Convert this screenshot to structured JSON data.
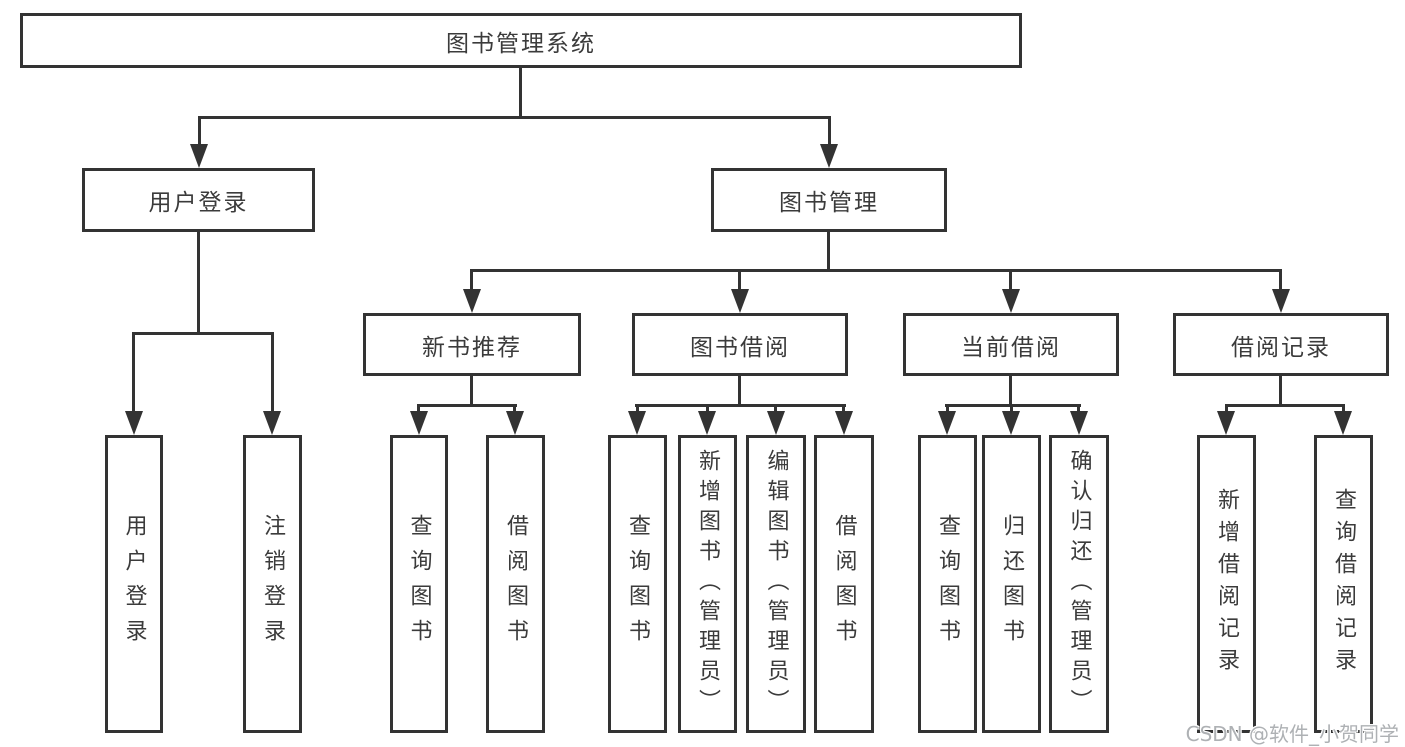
{
  "colors": {
    "line": "#333333",
    "box_border": "#333333",
    "text": "#3b3b3b",
    "background": "#ffffff",
    "watermark": "#aeb1b4"
  },
  "diagram": {
    "root": "图书管理系统",
    "level2": {
      "user_login": "用户登录",
      "book_management": "图书管理"
    },
    "level3": {
      "new_books": "新书推荐",
      "book_borrow": "图书借阅",
      "current_borrow": "当前借阅",
      "borrow_records": "借阅记录"
    },
    "leaves": {
      "user_login": "用户登录",
      "logout": "注销登录",
      "nb_query": "查询图书",
      "nb_borrow": "借阅图书",
      "bb_query": "查询图书",
      "bb_add": "新增图书（管理员）",
      "bb_edit": "编辑图书（管理员）",
      "bb_borrow": "借阅图书",
      "cb_query": "查询图书",
      "cb_return": "归还图书",
      "cb_confirm": "确认归还（管理员）",
      "br_add": "新增借阅记录",
      "br_query": "查询借阅记录"
    }
  },
  "watermark": "CSDN @软件_小贺同学"
}
